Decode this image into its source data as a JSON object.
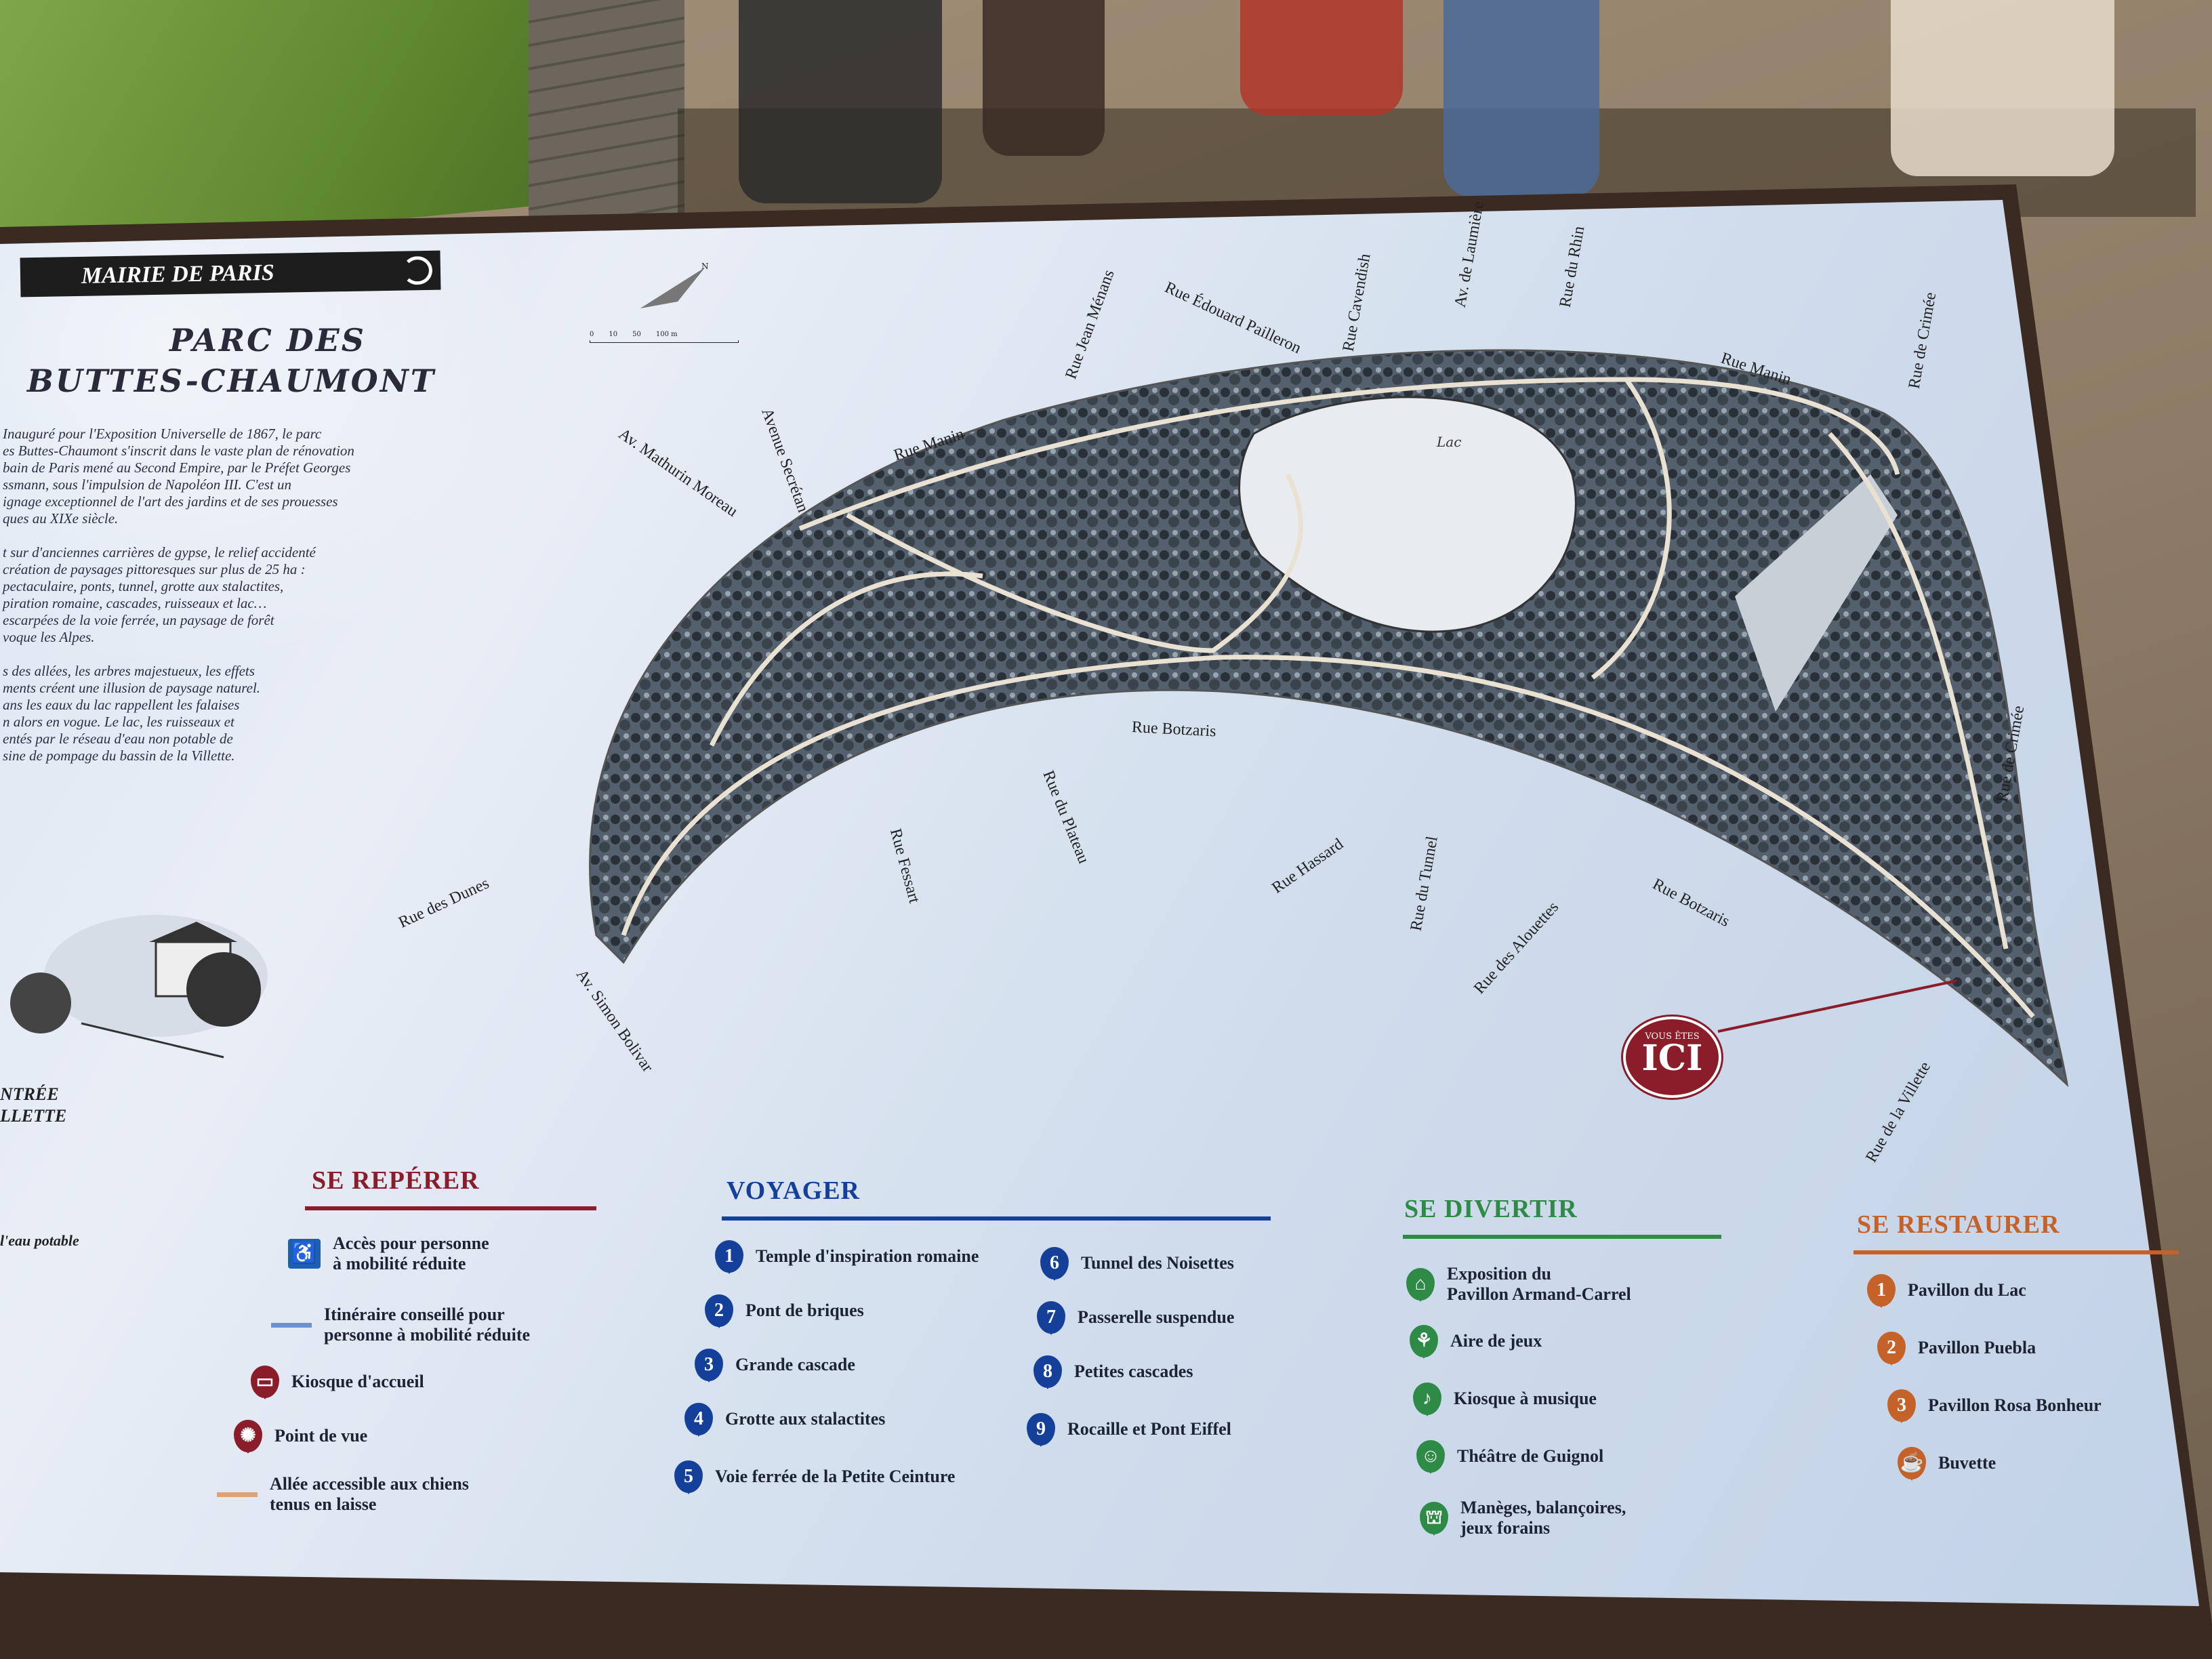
{
  "sign": {
    "authority": "MAIRIE DE PARIS",
    "title_line1": "PARC DES",
    "title_line2": "BUTTES-CHAUMONT",
    "intro": [
      "Inauguré pour l'Exposition Universelle de 1867, le parc\nes Buttes-Chaumont s'inscrit dans le vaste plan de rénovation\nbain de Paris mené au Second Empire, par le Préfet Georges\nssmann, sous l'impulsion de Napoléon III. C'est un\nignage exceptionnel de l'art des jardins et de ses prouesses\nques au XIXe siècle.",
      "t sur d'anciennes carrières de gypse, le relief accidenté\n création de paysages pittoresques sur plus de 25 ha :\npectaculaire, ponts, tunnel, grotte aux stalactites,\npiration romaine, cascades, ruisseaux et lac…\n escarpées de la voie ferrée, un paysage de forêt\nvoque les Alpes.",
      "s des allées, les arbres majestueux, les effets\nments créent une illusion de paysage naturel.\nans les eaux du lac rappellent les falaises\nn alors en vogue. Le lac, les ruisseaux et\nentés par le réseau d'eau non potable de\nsine de pompage du bassin de la Villette."
    ],
    "entrance_line1": "NTRÉE",
    "entrance_line2": "LLETTE",
    "water_note": "l'eau potable",
    "scale_ticks": [
      "0",
      "10",
      "50",
      "100 m"
    ],
    "compass_north": "N"
  },
  "map": {
    "lake_label": "Lac",
    "you_are_here_small": "VOUS ÊTES",
    "you_are_here_big": "ICI",
    "streets": [
      "Rue Manin",
      "Avenue Secrétan",
      "Av. Mathurin Moreau",
      "Rue Jean Ménans",
      "Rue Édouard Pailleron",
      "Rue Cavendish",
      "Av. de Laumière",
      "Rue du Rhin",
      "Rue Manin",
      "Rue de Crimée",
      "Rue de Crimée",
      "Rue Botzaris",
      "Rue Botzaris",
      "Rue des Alouettes",
      "Rue du Tunnel",
      "Rue Hassard",
      "Rue du Plateau",
      "Rue Fessart",
      "Rue des Dunes",
      "Av. Simon Bolivar",
      "Rue de la Villette"
    ]
  },
  "legend": {
    "reperer": {
      "title": "SE REPÉRER",
      "color": "#8b1c2a",
      "items": [
        "Accès pour personne\nà mobilité réduite",
        "Itinéraire conseillé pour\npersonne à mobilité réduite",
        "Kiosque d'accueil",
        "Point de vue",
        "Allée accessible aux chiens\ntenus en laisse"
      ]
    },
    "voyager": {
      "title": "VOYAGER",
      "color": "#14409a",
      "items": [
        {
          "n": "1",
          "label": "Temple d'inspiration romaine"
        },
        {
          "n": "2",
          "label": "Pont de briques"
        },
        {
          "n": "3",
          "label": "Grande cascade"
        },
        {
          "n": "4",
          "label": "Grotte aux stalactites"
        },
        {
          "n": "5",
          "label": "Voie ferrée de la Petite Ceinture"
        },
        {
          "n": "6",
          "label": "Tunnel des Noisettes"
        },
        {
          "n": "7",
          "label": "Passerelle suspendue"
        },
        {
          "n": "8",
          "label": "Petites cascades"
        },
        {
          "n": "9",
          "label": "Rocaille et Pont Eiffel"
        }
      ]
    },
    "divertir": {
      "title": "SE DIVERTIR",
      "color": "#2e8b45",
      "items": [
        "Exposition du\nPavillon Armand-Carrel",
        "Aire de jeux",
        "Kiosque à musique",
        "Théâtre de Guignol",
        "Manèges, balançoires,\njeux forains"
      ]
    },
    "restaurer": {
      "title": "SE RESTAURER",
      "color": "#c4622a",
      "items": [
        {
          "n": "1",
          "label": "Pavillon du Lac"
        },
        {
          "n": "2",
          "label": "Pavillon Puebla"
        },
        {
          "n": "3",
          "label": "Pavillon Rosa Bonheur"
        },
        {
          "n": "",
          "label": "Buvette"
        }
      ]
    }
  }
}
